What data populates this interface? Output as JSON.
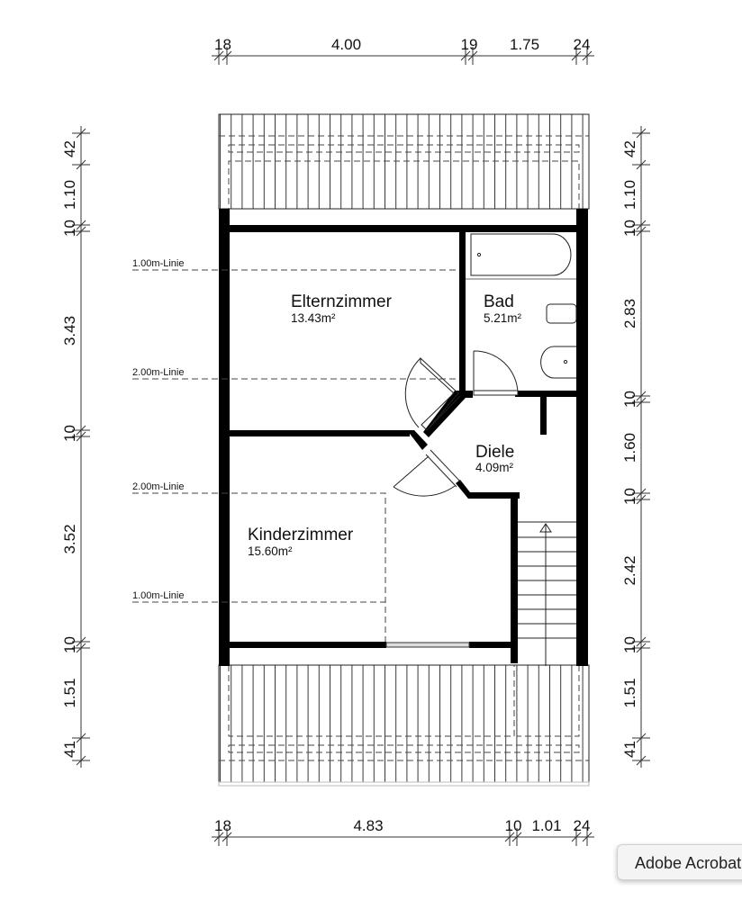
{
  "dimensions": {
    "top": [
      "18",
      "4.00",
      "19",
      "1.75",
      "24"
    ],
    "bottom": [
      "18",
      "4.83",
      "10",
      "1.01",
      "24"
    ],
    "left": [
      "42",
      "1.10",
      "10",
      "3.43",
      "10",
      "3.52",
      "10",
      "1.51",
      "41"
    ],
    "right": [
      "42",
      "1.10",
      "10",
      "2.83",
      "10",
      "1.60",
      "10",
      "2.42",
      "10",
      "1.51",
      "41"
    ]
  },
  "height_lines": [
    "1.00m-Linie",
    "2.00m-Linie",
    "2.00m-Linie",
    "1.00m-Linie"
  ],
  "rooms": [
    {
      "name": "Elternzimmer",
      "area": "13.43m²"
    },
    {
      "name": "Bad",
      "area": "5.21m²"
    },
    {
      "name": "Diele",
      "area": "4.09m²"
    },
    {
      "name": "Kinderzimmer",
      "area": "15.60m²"
    }
  ],
  "tooltip": "Adobe Acrobat"
}
